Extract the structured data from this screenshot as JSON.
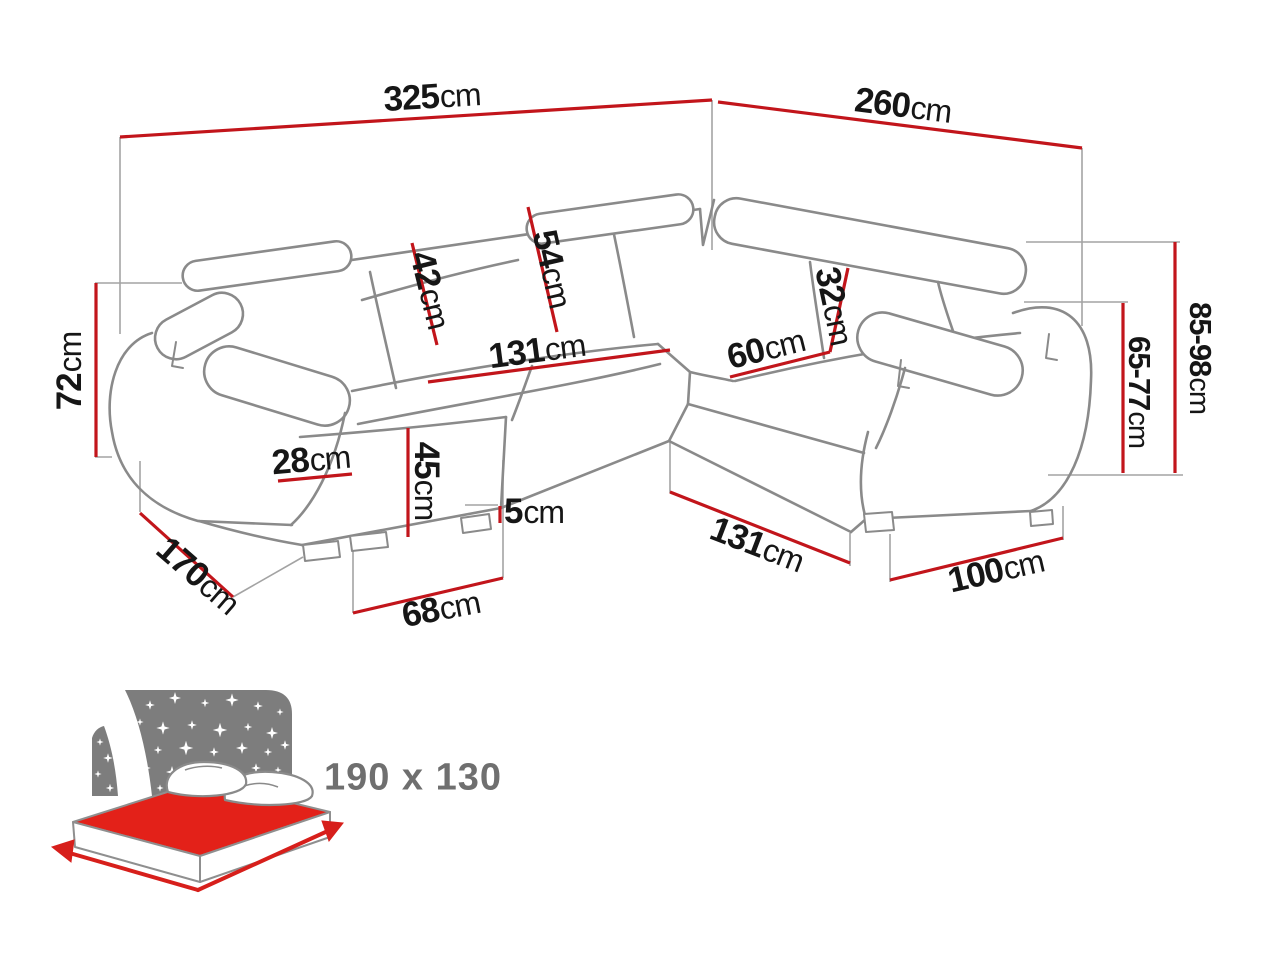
{
  "page": {
    "description": "Corner sofa-bed technical dimension diagram",
    "background": "#ffffff"
  },
  "colors": {
    "dimension_line_red": "#c2151b",
    "sofa_outline_gray": "#8a8a8a",
    "guide_line_gray": "#a3a3a3",
    "label_text": "#161616",
    "bed_icon_gray": "#7d7d7d",
    "bed_mattress_red": "#e32119",
    "bed_text_gray": "#6f6f6f"
  },
  "dimensions": {
    "total_width": {
      "value": "325",
      "unit": "cm"
    },
    "total_depth": {
      "value": "260",
      "unit": "cm"
    },
    "back_height": {
      "value": "72",
      "unit": "cm"
    },
    "backrest_depth_left": {
      "value": "42",
      "unit": "cm"
    },
    "backrest_depth_center": {
      "value": "54",
      "unit": "cm"
    },
    "seat_length": {
      "value": "131",
      "unit": "cm"
    },
    "corner_seat_width": {
      "value": "60",
      "unit": "cm"
    },
    "backrest_depth_right": {
      "value": "32",
      "unit": "cm"
    },
    "height_with_headrests": {
      "value": "85-98",
      "unit": "cm"
    },
    "height_backrest": {
      "value": "65-77",
      "unit": "cm"
    },
    "armrest_width": {
      "value": "28",
      "unit": "cm"
    },
    "seat_height": {
      "value": "45",
      "unit": "cm"
    },
    "leg_height": {
      "value": "5",
      "unit": "cm"
    },
    "front_seat_width": {
      "value": "131",
      "unit": "cm"
    },
    "right_section_depth": {
      "value": "100",
      "unit": "cm"
    },
    "chaise_length": {
      "value": "170",
      "unit": "cm"
    },
    "chaise_width": {
      "value": "68",
      "unit": "cm"
    }
  },
  "sleeping_area": {
    "size_label": "190 x 130"
  }
}
